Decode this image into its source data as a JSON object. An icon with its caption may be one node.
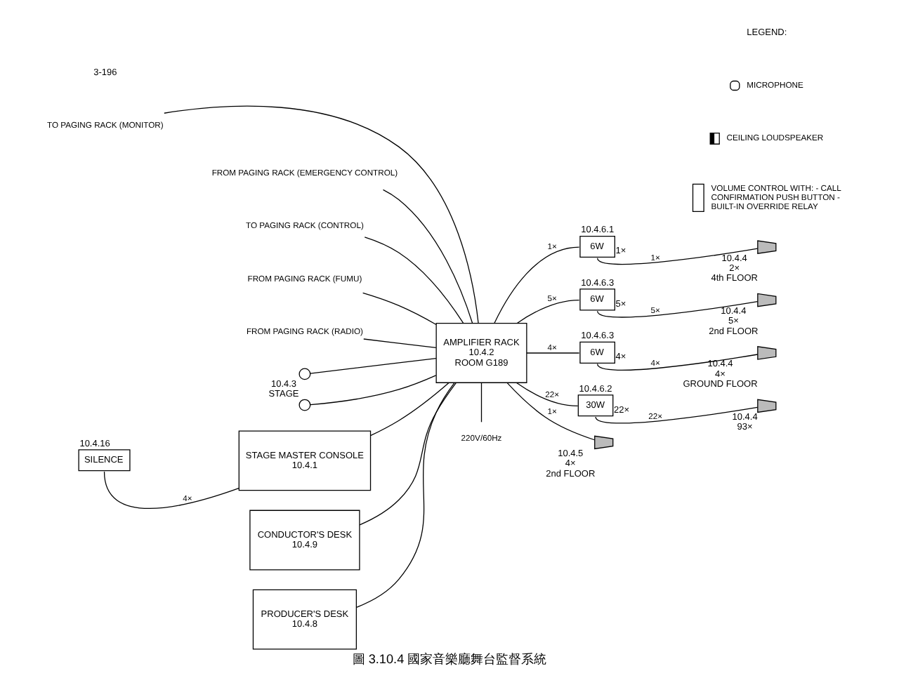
{
  "diagram": {
    "caption": "圖 3.10.4 國家音樂廳舞台監督系統",
    "nodes": [
      {
        "text": [
          "TO PAGING RACK (MONITOR)"
        ]
      },
      {
        "text": [
          "FROM PAGING RACK (EMERGENCY CONTROL)"
        ]
      },
      {
        "text": [
          "TO PAGING RACK (CONTROL)"
        ]
      },
      {
        "text": [
          "FROM PAGING RACK (FUMU)"
        ]
      },
      {
        "text": [
          "FROM PAGING RACK (RADIO)"
        ]
      },
      {
        "text": [],
        "shape": "microphone",
        "beside": [
          "10.4.3",
          "STAGE"
        ]
      },
      {
        "text": [],
        "shape": "microphone"
      },
      {
        "text": [
          "SILENCE"
        ],
        "beside": [
          "10.4.16"
        ]
      },
      {
        "text": [
          "STAGE MASTER CONSOLE",
          "10.4.1"
        ]
      },
      {
        "text": [
          "CONDUCTOR'S DESK",
          "10.4.9"
        ]
      },
      {
        "text": [
          "PRODUCER'S DESK",
          "10.4.8"
        ]
      },
      {
        "text": [
          "AMPLIFIER RACK",
          "10.4.2",
          "ROOM G189"
        ]
      },
      {
        "text": [
          "6W"
        ],
        "beside": [
          "10.4.6.1",
          "1×"
        ]
      },
      {
        "text": [],
        "shape": "loudspeaker",
        "beside": [
          "10.4.4",
          "2×",
          "4th FLOOR"
        ]
      },
      {
        "text": [
          "6W"
        ],
        "beside": [
          "10.4.6.3",
          "5×"
        ]
      },
      {
        "text": [],
        "shape": "loudspeaker",
        "beside": [
          "10.4.4",
          "5×",
          "2nd FLOOR"
        ]
      },
      {
        "text": [
          "6W"
        ],
        "beside": [
          "10.4.6.3",
          "4×"
        ]
      },
      {
        "text": [],
        "shape": "loudspeaker",
        "beside": [
          "10.4.4",
          "4×",
          "GROUND FLOOR"
        ]
      },
      {
        "text": [
          "30W"
        ],
        "beside": [
          "10.4.6.2",
          "22×"
        ]
      },
      {
        "text": [],
        "shape": "loudspeaker",
        "beside": [
          "10.4.4",
          "93×"
        ]
      },
      {
        "text": [],
        "shape": "loudspeaker",
        "beside": [
          "10.4.5",
          "4×",
          "2nd FLOOR"
        ]
      },
      {
        "text": [
          "220V/60Hz"
        ]
      }
    ],
    "edges": [
      {
        "from": 0,
        "to": 11,
        "arrow": "none"
      },
      {
        "from": 1,
        "to": 11,
        "arrow": "none"
      },
      {
        "from": 2,
        "to": 11,
        "arrow": "none"
      },
      {
        "from": 3,
        "to": 11,
        "arrow": "none"
      },
      {
        "from": 4,
        "to": 11,
        "arrow": "none"
      },
      {
        "from": 5,
        "to": 11,
        "arrow": "none"
      },
      {
        "from": 6,
        "to": 11,
        "arrow": "none"
      },
      {
        "from": 7,
        "to": 8,
        "arrow": "none",
        "label": "4×"
      },
      {
        "from": 8,
        "to": 11,
        "arrow": "none"
      },
      {
        "from": 9,
        "to": 11,
        "arrow": "none"
      },
      {
        "from": 10,
        "to": 11,
        "arrow": "none"
      },
      {
        "from": 11,
        "to": 12,
        "arrow": "none",
        "label": "1×"
      },
      {
        "from": 12,
        "to": 13,
        "arrow": "none",
        "label": "1×"
      },
      {
        "from": 11,
        "to": 14,
        "arrow": "none",
        "label": "5×"
      },
      {
        "from": 14,
        "to": 15,
        "arrow": "none",
        "label": "5×"
      },
      {
        "from": 11,
        "to": 16,
        "arrow": "none",
        "label": "4×"
      },
      {
        "from": 16,
        "to": 17,
        "arrow": "none",
        "label": "4×"
      },
      {
        "from": 11,
        "to": 18,
        "arrow": "none",
        "label": "22×"
      },
      {
        "from": 18,
        "to": 19,
        "arrow": "none",
        "label": "22×"
      },
      {
        "from": 11,
        "to": 20,
        "arrow": "none",
        "label": "1×"
      },
      {
        "from": 11,
        "to": 21,
        "arrow": "none"
      }
    ],
    "labels": [
      "LEGEND:",
      "3-196"
    ],
    "legend": [
      {
        "text": "MICROPHONE"
      },
      {
        "text": "CEILING LOUDSPEAKER"
      },
      {
        "text": "VOLUME CONTROL WITH: - CALL CONFIRMATION PUSH BUTTON - BUILT-IN OVERRIDE RELAY"
      }
    ]
  }
}
